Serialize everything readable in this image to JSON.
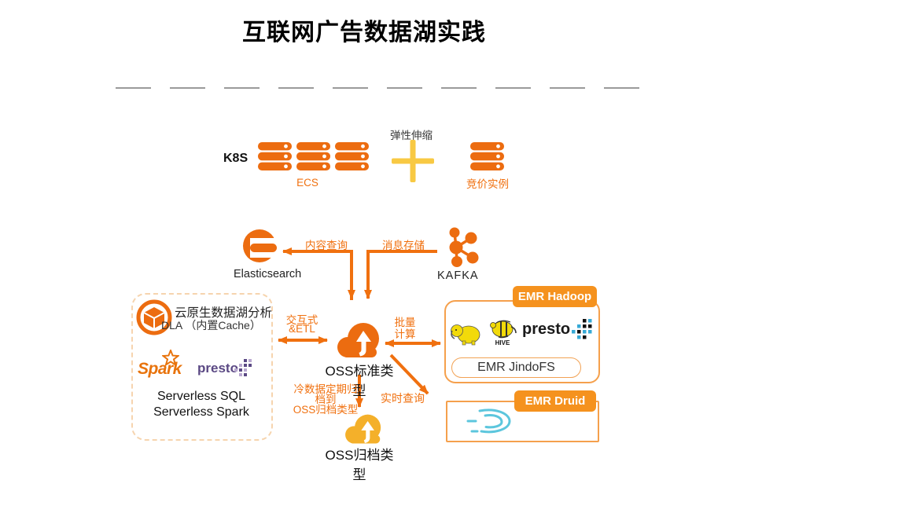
{
  "colors": {
    "accent_orange": "#F0700F",
    "tab_orange": "#F5921E",
    "plus_gold": "#F8C943",
    "archive_gold": "#F4B02A",
    "presto_purple": "#5B4984",
    "druid_blue": "#5CC6DD",
    "divider_gray": "#9A9A9A"
  },
  "title": "互联网广告数据湖实践",
  "compute": {
    "k8s": "K8S",
    "ecs": "ECS",
    "elastic_scaling": "弹性伸缩",
    "spot_instances": "竞价实例"
  },
  "services": {
    "elasticsearch": "Elasticsearch",
    "kafka": "KAFKA"
  },
  "flows": {
    "content_query": "内容查询",
    "message_storage": "消息存储",
    "interactive_line1": "交互式",
    "interactive_line2": "&ETL",
    "batch_line1": "批量",
    "batch_line2": "计算",
    "cold_archive_line1": "冷数据定期归",
    "cold_archive_line2": "档到",
    "cold_archive_line3": "OSS归档类型",
    "realtime_query": "实时查询"
  },
  "dla": {
    "title": "云原生数据湖分析",
    "subtitle": "DLA （内置Cache）",
    "spark_logo": "Spark",
    "presto_logo": "presto",
    "serverless_sql": "Serverless SQL",
    "serverless_spark": "Serverless Spark"
  },
  "oss": {
    "standard_label": "OSS标准类型",
    "archive_label": "OSS归档类型"
  },
  "emr_hadoop": {
    "tab": "EMR Hadoop",
    "presto_logo": "presto",
    "hive_label": "HIVE",
    "jindofs": "EMR JindoFS"
  },
  "emr_druid": {
    "tab": "EMR Druid"
  }
}
